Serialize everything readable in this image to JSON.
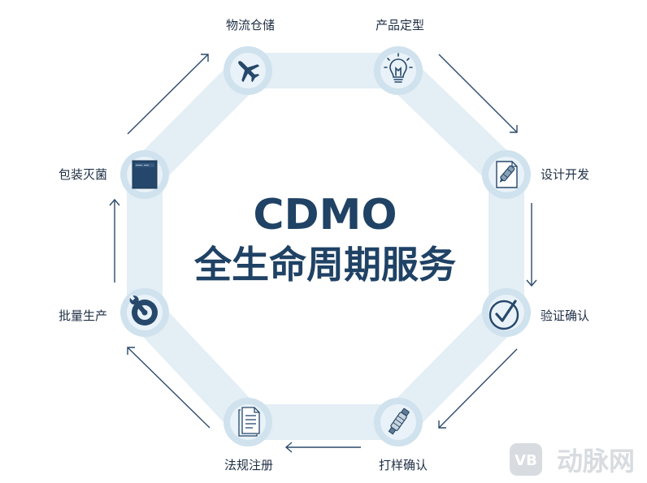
{
  "title": {
    "line1": "CDMO",
    "line2": "全生命周期服务"
  },
  "steps": [
    {
      "label": "物流仓储",
      "icon": "airplane-icon"
    },
    {
      "label": "产品定型",
      "icon": "lightbulb-icon"
    },
    {
      "label": "设计开发",
      "icon": "design-document-icon"
    },
    {
      "label": "验证确认",
      "icon": "checkmark-icon"
    },
    {
      "label": "打样确认",
      "icon": "sample-device-icon"
    },
    {
      "label": "法规注册",
      "icon": "regulation-document-icon"
    },
    {
      "label": "批量生产",
      "icon": "wrench-icon"
    },
    {
      "label": "包装灭菌",
      "icon": "package-box-icon"
    }
  ],
  "watermark": {
    "logo": "VB",
    "text": "动脉网"
  },
  "colors": {
    "title": "#1f4265",
    "band": "#e3eef5",
    "node": "#cfe2ee",
    "icon": "#26486b",
    "arrow": "#2c4a6b"
  }
}
